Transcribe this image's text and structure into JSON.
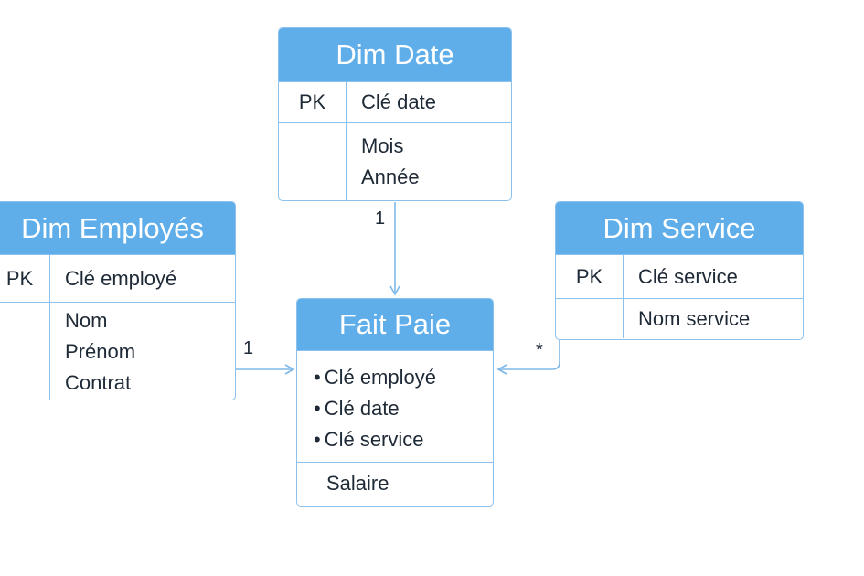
{
  "entities": {
    "dim_date": {
      "title": "Dim Date",
      "pk_label": "PK",
      "pk_field": "Clé date",
      "attributes": [
        "Mois",
        "Année"
      ]
    },
    "dim_employes": {
      "title": "Dim Employés",
      "pk_label": "PK",
      "pk_field": "Clé employé",
      "attributes": [
        "Nom",
        "Prénom",
        "Contrat"
      ]
    },
    "dim_service": {
      "title": "Dim Service",
      "pk_label": "PK",
      "pk_field": "Clé service",
      "attributes": [
        "Nom service"
      ]
    },
    "fait_paie": {
      "title": "Fait Paie",
      "keys": [
        "Clé employé",
        "Clé date",
        "Clé service"
      ],
      "measure": "Salaire"
    }
  },
  "relations": [
    {
      "from": "Dim Date",
      "to": "Fait Paie",
      "label": "1"
    },
    {
      "from": "Dim Employés",
      "to": "Fait Paie",
      "label": "1"
    },
    {
      "from": "Dim Service",
      "to": "Fait Paie",
      "label": "*"
    }
  ],
  "colors": {
    "header": "#5faee9",
    "border": "#8cc1ee",
    "connector": "#7fb8e8",
    "text": "#1f2a37"
  }
}
